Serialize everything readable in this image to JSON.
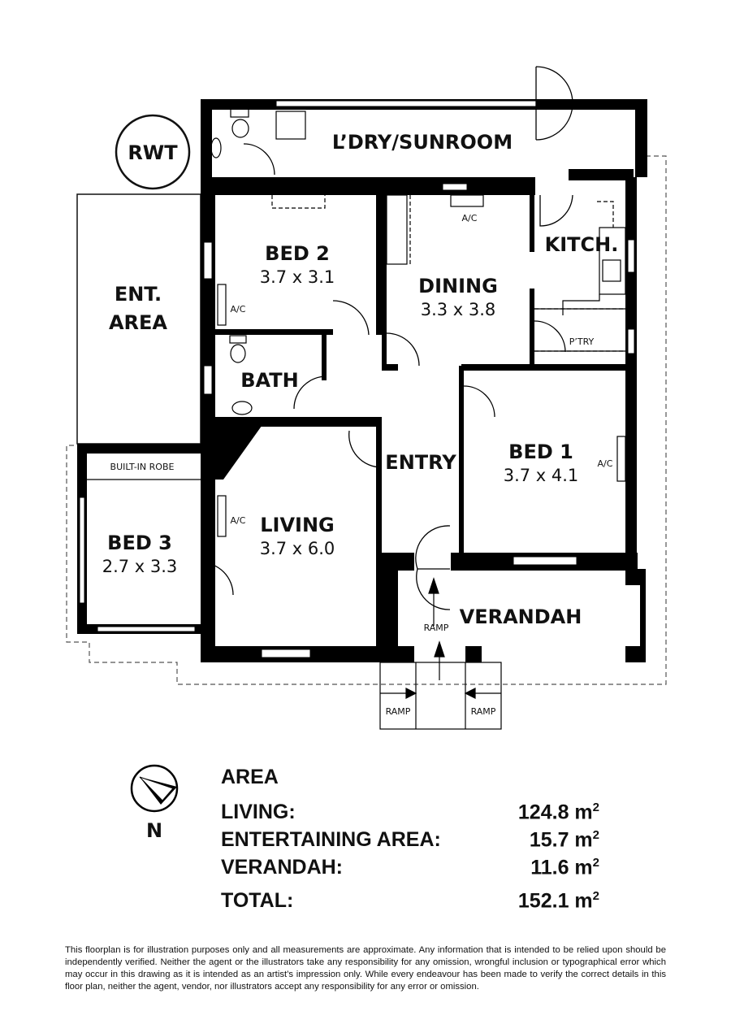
{
  "rooms": {
    "rwt": "RWT",
    "laundry": "L’DRY/SUNROOM",
    "ent_area_1": "ENT.",
    "ent_area_2": "AREA",
    "bed2": "BED 2",
    "bed2_dim": "3.7 x 3.1",
    "dining": "DINING",
    "dining_dim": "3.3 x 3.8",
    "kitchen": "KITCH.",
    "pantry": "P’TRY",
    "bath": "BATH",
    "entry": "ENTRY",
    "bed1": "BED 1",
    "bed1_dim": "3.7 x 4.1",
    "robe": "BUILT-IN ROBE",
    "bed3": "BED 3",
    "bed3_dim": "2.7 x 3.3",
    "living": "LIVING",
    "living_dim": "3.7 x 6.0",
    "verandah": "VERANDAH",
    "ac": "A/C",
    "ramp": "RAMP"
  },
  "compass": {
    "label": "N"
  },
  "area": {
    "title": "AREA",
    "rows": [
      {
        "label": "LIVING:",
        "value": "124.8 m",
        "unit": "2"
      },
      {
        "label": "ENTERTAINING AREA:",
        "value": "15.7 m",
        "unit": "2"
      },
      {
        "label": "VERANDAH:",
        "value": "11.6 m",
        "unit": "2"
      }
    ],
    "total": {
      "label": "TOTAL:",
      "value": "152.1 m",
      "unit": "2"
    }
  },
  "disclaimer": "This floorplan is for illustration purposes only and all measurements are approximate. Any information that is intended to be relied upon should be independently verified. Neither the agent or the illustrators take any responsibility for any omission, wrongful inclusion or typographical error which may occur in this drawing as it is intended as an artist’s impression only. While every endeavour has been made to verify the correct details in this floor plan, neither the agent, vendor, nor illustrators accept any responsibility for any error or omission."
}
